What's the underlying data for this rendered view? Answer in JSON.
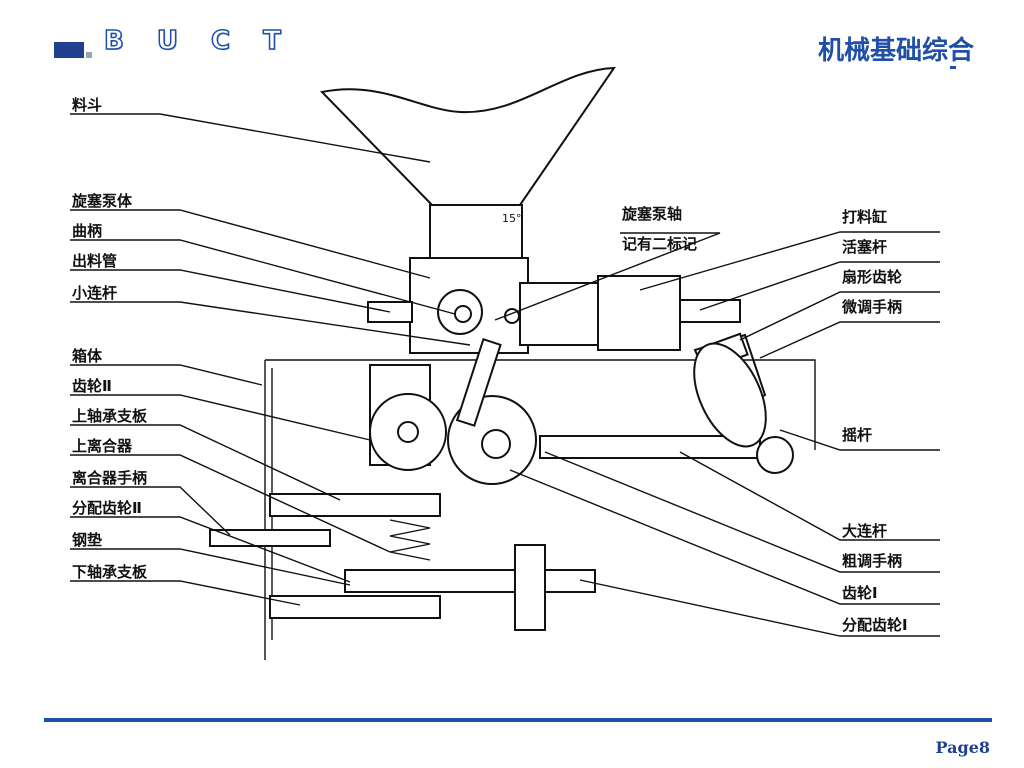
{
  "header": {
    "logo": "B U C T",
    "title": "机械基础综合"
  },
  "footer": {
    "page": "Page8"
  },
  "labels": {
    "left": [
      "料斗",
      "旋塞泵体",
      "曲柄",
      "出料管",
      "小连杆",
      "箱体",
      "齿轮Ⅱ",
      "上轴承支板",
      "上离合器",
      "离合器手柄",
      "分配齿轮Ⅱ",
      "钢垫",
      "下轴承支板"
    ],
    "top_center": [
      "旋塞泵轴",
      "记有二标记"
    ],
    "right": [
      "打料缸",
      "活塞杆",
      "扇形齿轮",
      "微调手柄",
      "摇杆",
      "大连杆",
      "粗调手柄",
      "齿轮Ⅰ",
      "分配齿轮Ⅰ"
    ],
    "angle": "15°"
  },
  "colors": {
    "brand": "#1f4fa8",
    "logo_dark": "#1f3f8f"
  }
}
